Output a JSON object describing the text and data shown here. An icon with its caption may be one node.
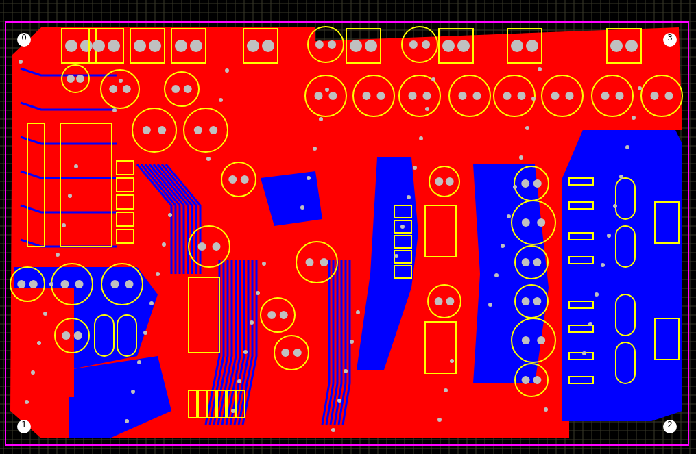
{
  "diagram": {
    "labels": [
      "0",
      "3",
      "1",
      "2"
    ]
  }
}
